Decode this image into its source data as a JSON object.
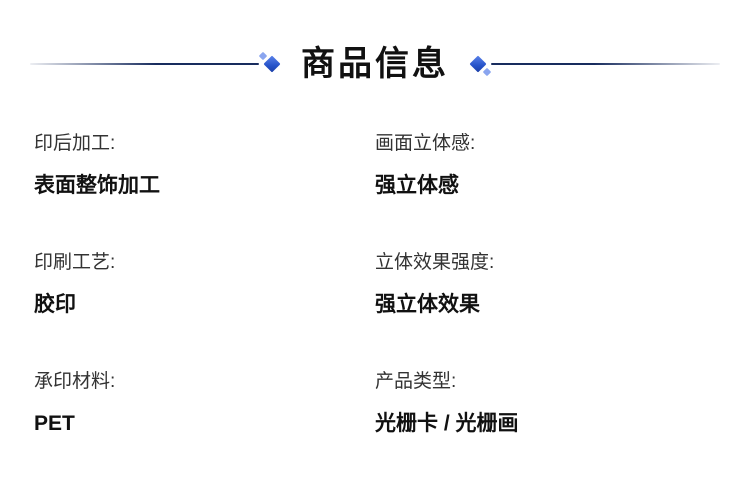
{
  "header": {
    "title": "商品信息"
  },
  "fields": {
    "left": [
      {
        "label": "印后加工:",
        "value": "表面整饰加工"
      },
      {
        "label": "印刷工艺:",
        "value": "胶印"
      },
      {
        "label": "承印材料:",
        "value": "PET"
      }
    ],
    "right": [
      {
        "label": "画面立体感:",
        "value": "强立体感"
      },
      {
        "label": "立体效果强度:",
        "value": "强立体效果"
      },
      {
        "label": "产品类型:",
        "value": "光栅卡 / 光栅画"
      }
    ]
  },
  "colors": {
    "accent_blue": "#2653c9",
    "accent_blue_light": "#8aa5ef",
    "line_navy": "#182c5e",
    "label_text": "#333333",
    "value_text": "#111111",
    "background": "#ffffff"
  }
}
